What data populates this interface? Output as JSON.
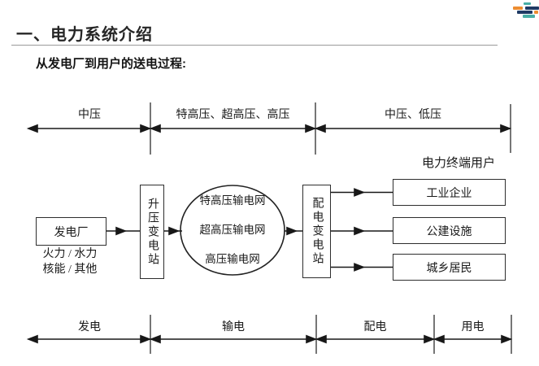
{
  "header": {
    "title": "一、电力系统介绍"
  },
  "subtitle": "从发电厂到用户的送电过程:",
  "colors": {
    "accent_teal": "#48aea6",
    "accent_orange": "#ed8d31",
    "accent_navy": "#1f3a64"
  },
  "diagram": {
    "voltage_axis": {
      "segments": [
        "中压",
        "特高压、超高压、高压",
        "中压、低压"
      ]
    },
    "terminal_users_label": "电力终端用户",
    "power_plant": {
      "label": "发电厂",
      "sources_line1": "火力 / 水力",
      "sources_line2": "核能 / 其他"
    },
    "step_up_station_label": "升压变电站",
    "transmission_grid": {
      "lines": [
        "特高压输电网",
        "超高压输电网",
        "高压输电网"
      ]
    },
    "distribution_station_label": "配电变电站",
    "end_users": [
      "工业企业",
      "公建设施",
      "城乡居民"
    ],
    "stage_axis": {
      "segments": [
        "发电",
        "输电",
        "配电",
        "用电"
      ]
    }
  }
}
